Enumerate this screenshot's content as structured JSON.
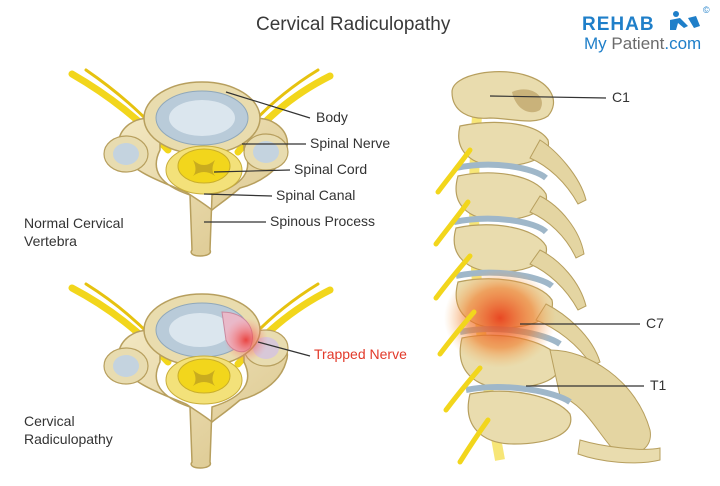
{
  "title": "Cervical Radiculopathy",
  "logo": {
    "line1": "REHAB",
    "line2_a": "My",
    "line2_b": "Patient",
    "line2_c": ".com",
    "mark": "©"
  },
  "labels": {
    "body": "Body",
    "spinal_nerve": "Spinal Nerve",
    "spinal_cord": "Spinal Cord",
    "spinal_canal": "Spinal Canal",
    "spinous_process": "Spinous Process",
    "trapped_nerve": "Trapped Nerve",
    "c1": "C1",
    "c7": "C7",
    "t1": "T1"
  },
  "captions": {
    "normal": "Normal Cervical Vertebra",
    "radiculopathy": "Cervical Radiculopathy"
  },
  "colors": {
    "bone": "#e9dcae",
    "bone_edge": "#b79f5e",
    "disc": "#b9cbd9",
    "nerve": "#f2d61c",
    "inflammation": "#e8401c",
    "logo_blue": "#1f7fc9",
    "trap_red": "#e23a2a"
  }
}
